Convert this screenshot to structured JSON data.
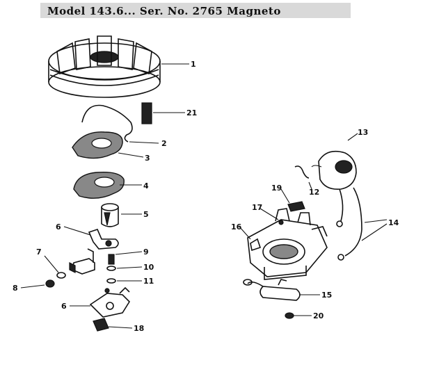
{
  "header": {
    "title": "Model 143.6... Ser. No. 2765 Magneto"
  },
  "parts": [
    {
      "num": "1"
    },
    {
      "num": "21"
    },
    {
      "num": "2"
    },
    {
      "num": "3"
    },
    {
      "num": "4"
    },
    {
      "num": "5"
    },
    {
      "num": "6"
    },
    {
      "num": "7"
    },
    {
      "num": "8"
    },
    {
      "num": "9"
    },
    {
      "num": "10"
    },
    {
      "num": "11"
    },
    {
      "num": "6"
    },
    {
      "num": "18"
    },
    {
      "num": "13"
    },
    {
      "num": "12"
    },
    {
      "num": "19"
    },
    {
      "num": "17"
    },
    {
      "num": "16"
    },
    {
      "num": "14"
    },
    {
      "num": "15"
    },
    {
      "num": "20"
    }
  ]
}
